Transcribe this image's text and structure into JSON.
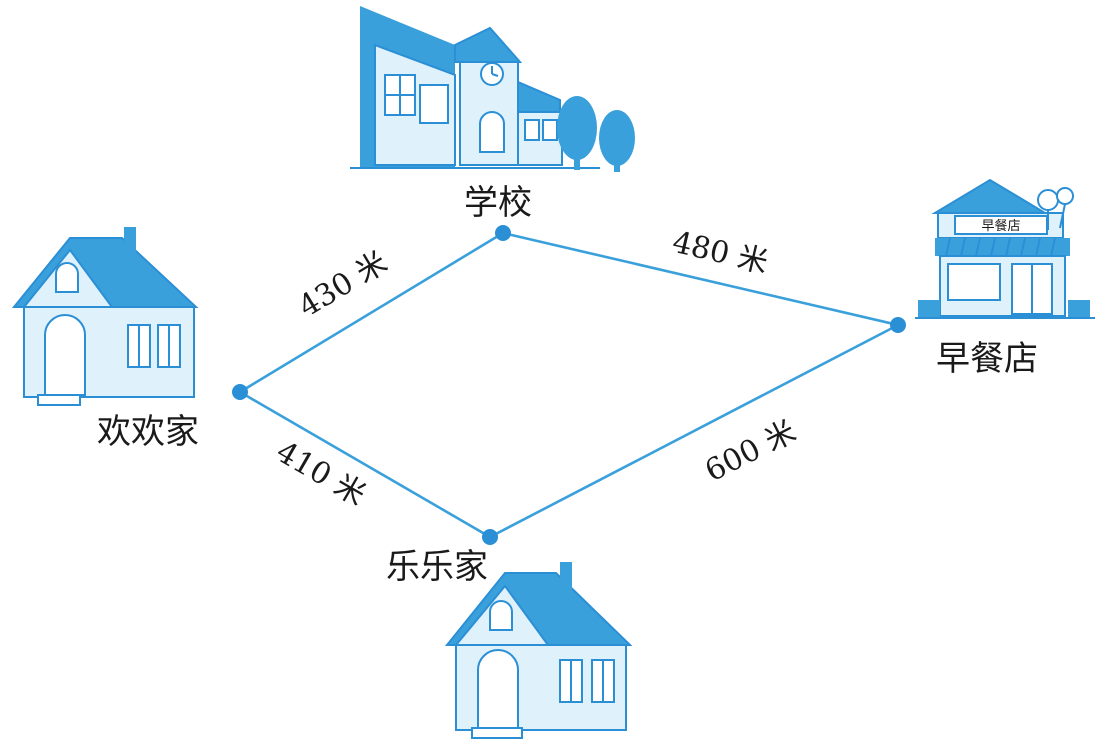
{
  "places": {
    "school": "学校",
    "breakfast": "早餐店",
    "huanhuan": "欢欢家",
    "lele": "乐乐家"
  },
  "sign_text": "早餐店",
  "distances": {
    "huanhuan_school": "430 米",
    "school_breakfast": "480 米",
    "huanhuan_lele": "410 米",
    "lele_breakfast": "600 米"
  },
  "colors": {
    "line": "#3aa0dc",
    "node": "#2b8fd6",
    "illustration": "#3aa0dc"
  }
}
